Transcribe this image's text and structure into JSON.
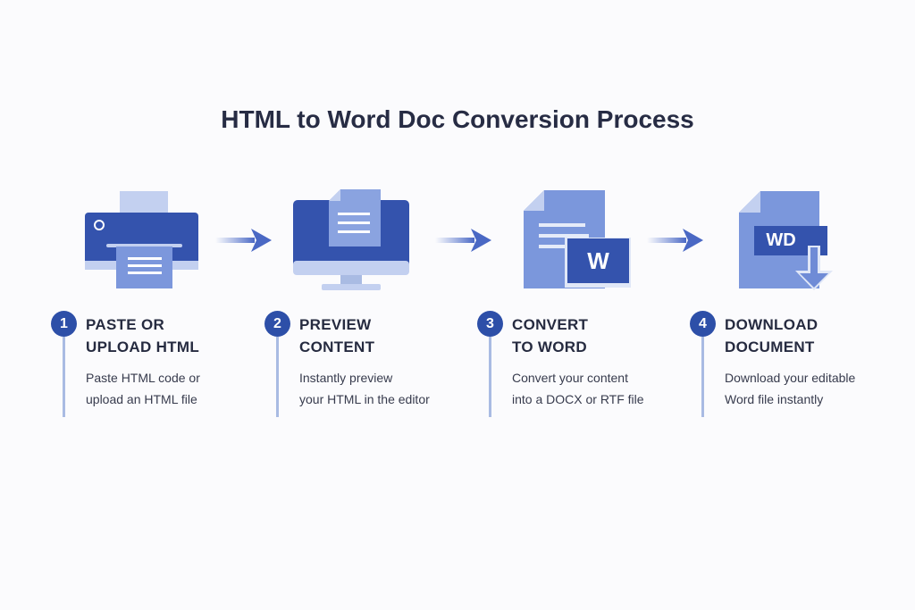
{
  "title": "HTML to Word Doc Conversion Process",
  "colors": {
    "primary": "#2d4fa8",
    "light": "#8aa3e0",
    "pale": "#c3d0f0"
  },
  "steps": [
    {
      "number": "1",
      "title_line1": "PASTE OR",
      "title_line2": "UPLOAD HTML",
      "desc_line1": "Paste HTML code or",
      "desc_line2": "upload an HTML file",
      "icon": "printer-icon"
    },
    {
      "number": "2",
      "title_line1": "PREVIEW",
      "title_line2": "CONTENT",
      "desc_line1": "Instantly preview",
      "desc_line2": "your HTML in the editor",
      "icon": "monitor-icon"
    },
    {
      "number": "3",
      "title_line1": "CONVERT",
      "title_line2": "TO WORD",
      "desc_line1": "Convert your content",
      "desc_line2": "into a DOCX or RTF file",
      "icon": "word-document-icon",
      "badge": "W"
    },
    {
      "number": "4",
      "title_line1": "DOWNLOAD",
      "title_line2": "DOCUMENT",
      "desc_line1": "Download your editable",
      "desc_line2": "Word file instantly",
      "icon": "download-document-icon",
      "badge": "WD"
    }
  ]
}
